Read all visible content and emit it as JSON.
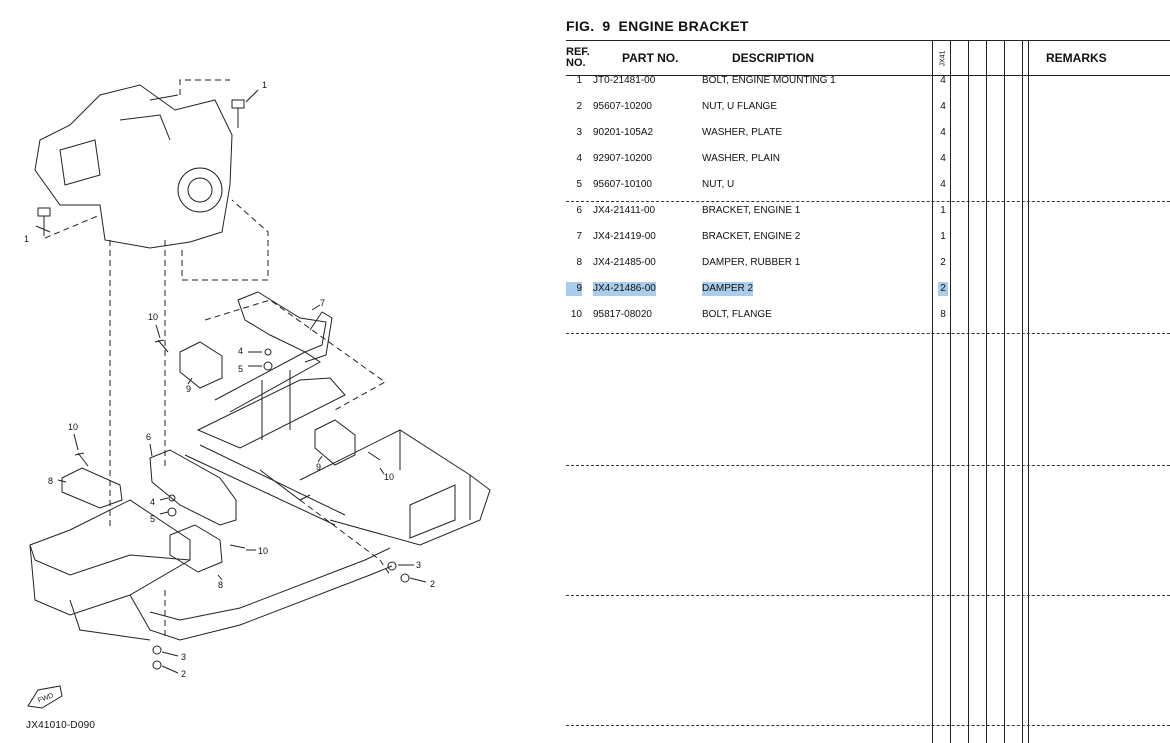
{
  "figure": {
    "label": "FIG.",
    "number": "9",
    "title": "ENGINE BRACKET"
  },
  "table": {
    "headers": {
      "ref_no": "REF. NO.",
      "part_no": "PART NO.",
      "description": "DESCRIPTION",
      "model": "JX41",
      "remarks": "REMARKS"
    },
    "rows": [
      {
        "ref": "1",
        "part_no": "JT0-21481-00",
        "description": "BOLT, ENGINE MOUNTING 1",
        "qty": "4",
        "highlighted": false
      },
      {
        "ref": "2",
        "part_no": "95607-10200",
        "description": "NUT, U FLANGE",
        "qty": "4",
        "highlighted": false
      },
      {
        "ref": "3",
        "part_no": "90201-105A2",
        "description": "WASHER, PLATE",
        "qty": "4",
        "highlighted": false
      },
      {
        "ref": "4",
        "part_no": "92907-10200",
        "description": "WASHER, PLAIN",
        "qty": "4",
        "highlighted": false
      },
      {
        "ref": "5",
        "part_no": "95607-10100",
        "description": "NUT, U",
        "qty": "4",
        "highlighted": false
      },
      {
        "ref": "6",
        "part_no": "JX4-21411-00",
        "description": "BRACKET, ENGINE 1",
        "qty": "1",
        "highlighted": false
      },
      {
        "ref": "7",
        "part_no": "JX4-21419-00",
        "description": "BRACKET, ENGINE 2",
        "qty": "1",
        "highlighted": false
      },
      {
        "ref": "8",
        "part_no": "JX4-21485-00",
        "description": "DAMPER, RUBBER 1",
        "qty": "2",
        "highlighted": false
      },
      {
        "ref": "9",
        "part_no": "JX4-21486-00",
        "description": "DAMPER 2",
        "qty": "2",
        "highlighted": true
      },
      {
        "ref": "10",
        "part_no": "95817-08020",
        "description": "BOLT, FLANGE",
        "qty": "8",
        "highlighted": false
      }
    ]
  },
  "diagram": {
    "code": "JX41010-D090",
    "fwd_label": "FWD",
    "callouts": [
      "1",
      "1",
      "7",
      "10",
      "4",
      "5",
      "9",
      "6",
      "10",
      "8",
      "4",
      "5",
      "9",
      "10",
      "10",
      "8",
      "3",
      "2",
      "3",
      "2"
    ]
  },
  "colors": {
    "highlight": "#a9cdea",
    "ink": "#111111"
  }
}
